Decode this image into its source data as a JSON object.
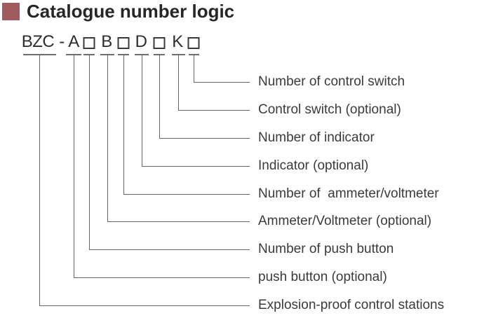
{
  "title": {
    "text": "Catalogue number logic"
  },
  "code": {
    "prefix": "BZC",
    "separator": "-",
    "letters": [
      "A",
      "B",
      "D",
      "K"
    ],
    "placeholder_count": 4
  },
  "legend": {
    "items": [
      {
        "label": "Number of control switch"
      },
      {
        "label": "Control switch (optional)"
      },
      {
        "label": "Number of indicator"
      },
      {
        "label": "Indicator (optional)"
      },
      {
        "label": "Number of  ammeter/voltmeter"
      },
      {
        "label": "Ammeter/Voltmeter (optional)"
      },
      {
        "label": "Number of push button"
      },
      {
        "label": "push button (optional)"
      },
      {
        "label": "Explosion-proof control stations"
      }
    ]
  },
  "colors": {
    "bullet": "#a05a60",
    "line": "#666666",
    "label_text": "#3a3a3a",
    "title_text": "#262626"
  }
}
